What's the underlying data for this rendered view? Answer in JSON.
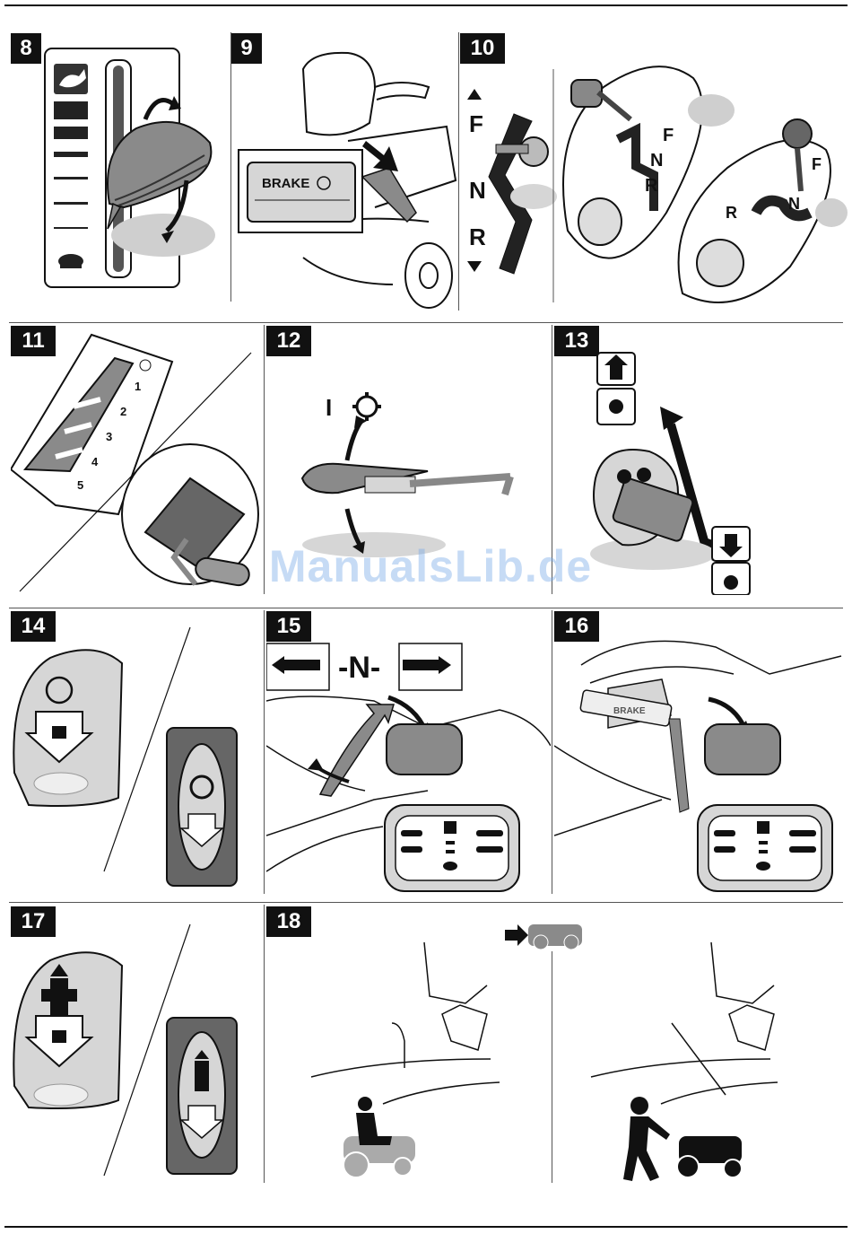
{
  "panels": {
    "p8": {
      "number": "8"
    },
    "p9": {
      "number": "9",
      "brake_label": "BRAKE"
    },
    "p10": {
      "number": "10",
      "gear_f": "F",
      "gear_n": "N",
      "gear_r": "R"
    },
    "p11": {
      "number": "11",
      "gears": [
        "1",
        "2",
        "3",
        "4",
        "5"
      ]
    },
    "p12": {
      "number": "12",
      "on_symbol": "I"
    },
    "p13": {
      "number": "13"
    },
    "p14": {
      "number": "14"
    },
    "p15": {
      "number": "15",
      "neutral_label": "-N-"
    },
    "p16": {
      "number": "16",
      "brake_label": "BRAKE"
    },
    "p17": {
      "number": "17"
    },
    "p18": {
      "number": "18"
    }
  },
  "watermark": "ManualsLib.de",
  "icons": {
    "p8": [
      "hare-icon",
      "tortoise-icon",
      "throttle-lever-icon",
      "rotate-arrow-icon"
    ],
    "p9": [
      "brake-pedal-icon",
      "mower-seat-icon",
      "press-arrow-icon"
    ],
    "p10": [
      "gear-lever-icon",
      "gate-plate-icon"
    ],
    "p11": [
      "gear-gate-icon",
      "lever-handle-icon"
    ],
    "p12": [
      "pto-lever-icon",
      "gear-wheel-icon"
    ],
    "p13": [
      "pto-knob-icon",
      "up-arrow-icon",
      "down-arrow-icon"
    ],
    "p14": [
      "parking-brake-icon",
      "lock-icon"
    ],
    "p15": [
      "reverse-drive-icon",
      "forward-drive-icon",
      "speed-plate-icon"
    ],
    "p16": [
      "speed-plate-icon",
      "brake-bar-icon"
    ],
    "p17": [
      "tractor-forward-icon",
      "lock-icon"
    ],
    "p18": [
      "rider-icon",
      "pushing-mower-icon",
      "drive-to-icon"
    ]
  },
  "colors": {
    "ink": "#111111",
    "panel_gray": "#8a8a8a",
    "light_gray": "#d6d6d6",
    "watermark": "#78aae6"
  }
}
